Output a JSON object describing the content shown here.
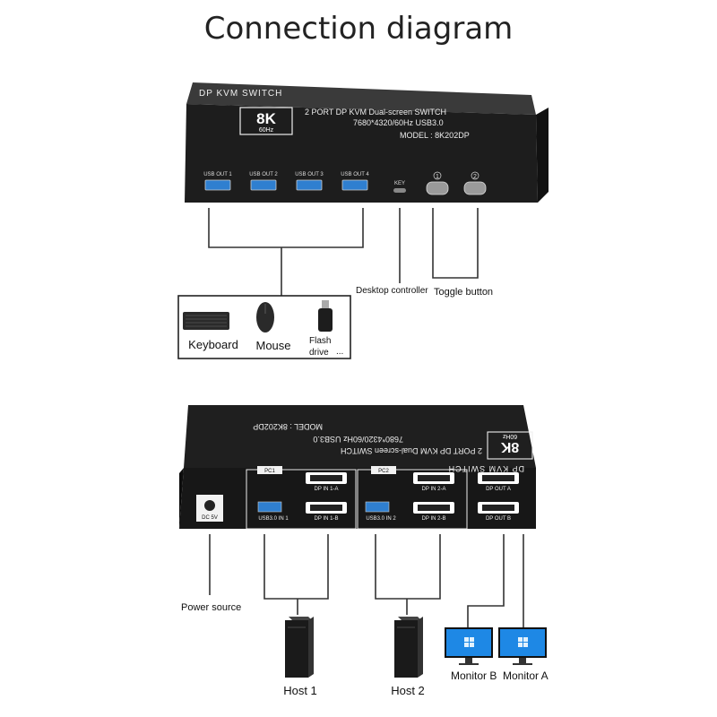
{
  "title": "Connection diagram",
  "colors": {
    "box": "#1d1d1d",
    "box_top": "#2e2e2e",
    "usb": "#2f7fd0",
    "wire": "#333333",
    "monitor": "#1565c0"
  },
  "top_unit": {
    "brand": "DP KVM SWITCH",
    "badge_big": "8K",
    "badge_small": "60Hz",
    "desc_line1": "2 PORT DP KVM Dual-screen SWITCH",
    "desc_line2": "7680*4320/60Hz  USB3.0",
    "model": "MODEL : 8K202DP",
    "ports": [
      "USB OUT 1",
      "USB OUT 2",
      "USB OUT 3",
      "USB OUT 4"
    ],
    "key_label": "KEY",
    "btn1": "1",
    "btn2": "2"
  },
  "labels": {
    "desktop_controller": "Desktop controller",
    "toggle_button": "Toggle button",
    "keyboard": "Keyboard",
    "mouse": "Mouse",
    "flash_line1": "Flash",
    "flash_line2": "drive",
    "ellipsis": "...",
    "power_source": "Power source",
    "host1": "Host 1",
    "host2": "Host 2",
    "monitor_b": "Monitor B",
    "monitor_a": "Monitor A"
  },
  "rear_unit": {
    "brand": "DP KVM SWITCH",
    "badge_big": "8K",
    "badge_small": "60Hz",
    "desc_line1": "2 PORT DP KVM Dual-screen SWITCH",
    "desc_line2": "7680*4320/60Hz  USB3.0",
    "model": "MODEL : 8K202DP",
    "dc": "DC 5V",
    "pc1": "PC1",
    "pc2": "PC2",
    "dp_in_1a": "DP IN 1-A",
    "dp_in_1b": "DP IN 1-B",
    "usb_in_1": "USB3.0 IN 1",
    "dp_in_2a": "DP IN 2-A",
    "dp_in_2b": "DP IN 2-B",
    "usb_in_2": "USB3.0 IN 2",
    "dp_out_a": "DP OUT A",
    "dp_out_b": "DP OUT B"
  }
}
